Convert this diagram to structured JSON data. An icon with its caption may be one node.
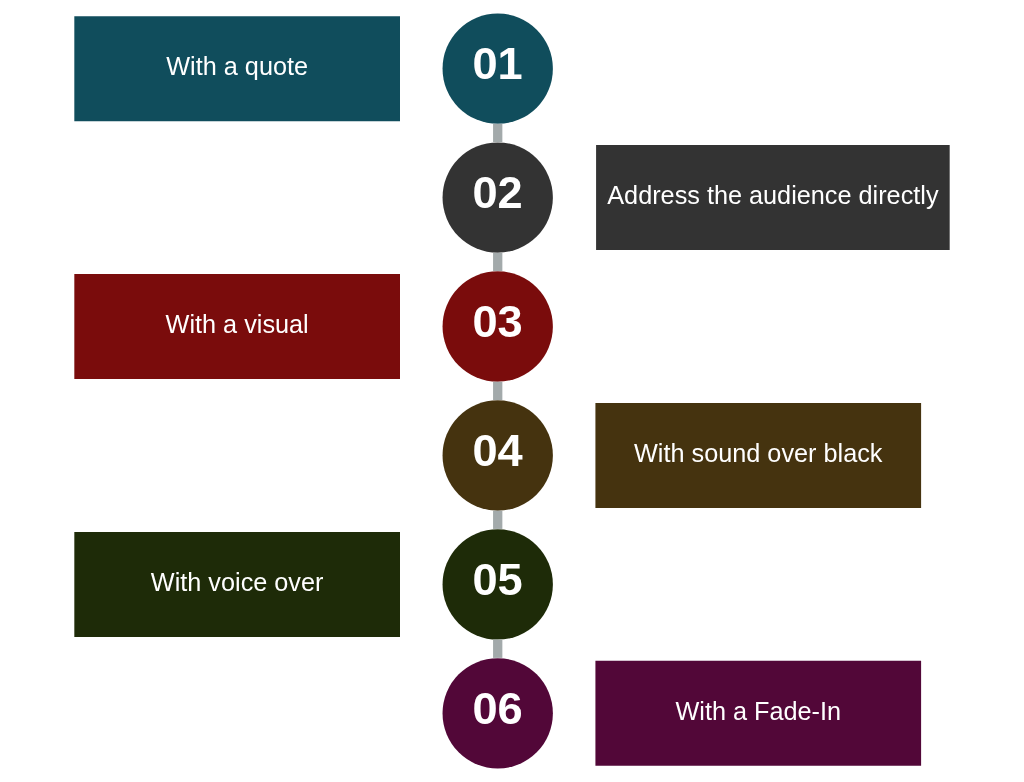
{
  "diagram": {
    "nodes": [
      {
        "text": [
          "With a quote"
        ]
      },
      {
        "text": [
          "01"
        ]
      },
      {
        "text": [
          "02"
        ]
      },
      {
        "text": [
          "Address the audience directly"
        ]
      },
      {
        "text": [
          "With a visual"
        ]
      },
      {
        "text": [
          "03"
        ]
      },
      {
        "text": [
          "04"
        ]
      },
      {
        "text": [
          "With sound over black"
        ]
      },
      {
        "text": [
          "With voice over"
        ]
      },
      {
        "text": [
          "05"
        ]
      },
      {
        "text": [
          "06"
        ]
      },
      {
        "text": [
          "With a Fade-In"
        ]
      }
    ],
    "edges": [
      {
        "from": 1,
        "to": 2,
        "arrow": "none"
      },
      {
        "from": 2,
        "to": 5,
        "arrow": "none"
      },
      {
        "from": 5,
        "to": 6,
        "arrow": "none"
      },
      {
        "from": 6,
        "to": 9,
        "arrow": "none"
      },
      {
        "from": 9,
        "to": 10,
        "arrow": "none"
      }
    ]
  }
}
